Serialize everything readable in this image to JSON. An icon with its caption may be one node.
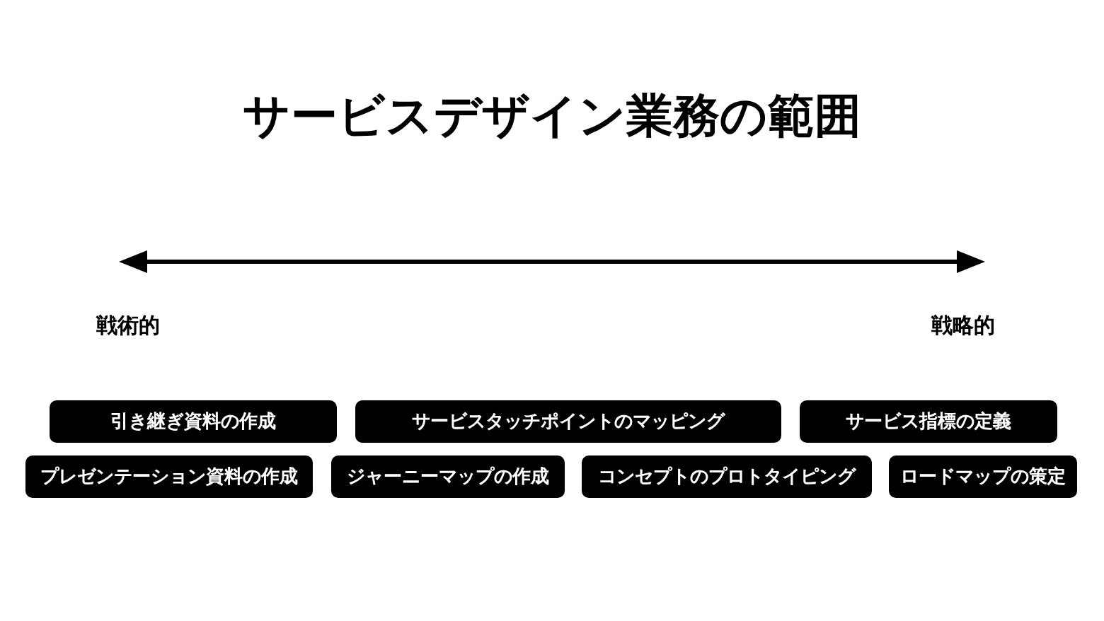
{
  "diagram": {
    "title": "サービスデザイン業務の範囲",
    "nodes": [
      {
        "text": [
          "引き継ぎ資料の作成"
        ]
      },
      {
        "text": [
          "サービスタッチポイントのマッピング"
        ]
      },
      {
        "text": [
          "サービス指標の定義"
        ]
      },
      {
        "text": [
          "プレゼンテーション資料の作成"
        ]
      },
      {
        "text": [
          "ジャーニーマップの作成"
        ]
      },
      {
        "text": [
          "コンセプトのプロトタイピング"
        ]
      },
      {
        "text": [
          "ロードマップの策定"
        ]
      }
    ],
    "labels": [
      "戦術的",
      "戦略的"
    ]
  }
}
